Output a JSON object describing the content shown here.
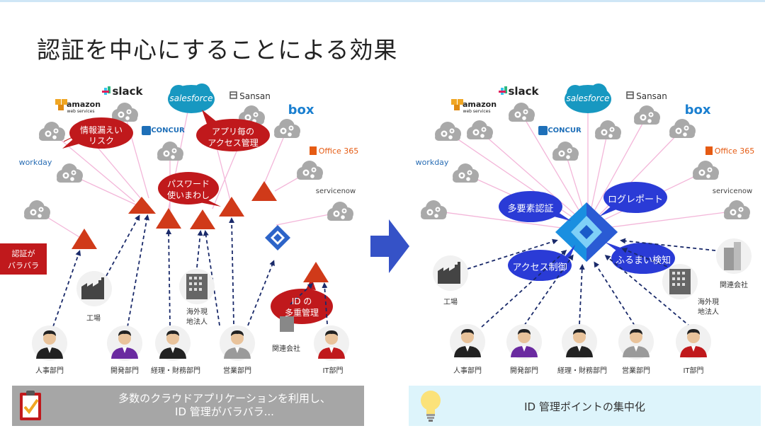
{
  "title": "認証を中心にすることによる効果",
  "left": {
    "services": {
      "slack": "slack",
      "amazon": "amazon",
      "amazon_sub": "web services",
      "salesforce": "salesforce",
      "sansan": "Sansan",
      "box": "box",
      "concur": "CONCUR",
      "office365": "Office 365",
      "workday": "workday",
      "servicenow": "servicenow"
    },
    "bubbles": {
      "leak_1": "情報漏えい",
      "leak_2": "リスク",
      "access_1": "アプリ毎の",
      "access_2": "アクセス管理",
      "password_1": "パスワード",
      "password_2": "使いまわし",
      "idmulti_1": "ID の",
      "idmulti_2": "多重管理"
    },
    "auth_scattered_1": "認証が",
    "auth_scattered_2": "バラバラ",
    "people": [
      "人事部門",
      "開発部門",
      "経理・財務部門",
      "営業部門",
      "IT部門"
    ],
    "places": [
      "工場",
      "海外現",
      "地法人",
      "関連会社"
    ],
    "summary_1": "多数のクラウドアプリケーションを利用し、",
    "summary_2": "ID 管理がバラバラ..."
  },
  "right": {
    "services": {
      "slack": "slack",
      "amazon": "amazon",
      "amazon_sub": "web services",
      "salesforce": "salesforce",
      "sansan": "Sansan",
      "box": "box",
      "concur": "CONCUR",
      "office365": "Office 365",
      "workday": "workday",
      "servicenow": "servicenow"
    },
    "bubbles": {
      "mfa": "多要素認証",
      "logreport": "ログレポート",
      "access": "アクセス制御",
      "behavior": "ふるまい検知"
    },
    "people": [
      "人事部門",
      "開発部門",
      "経理・財務部門",
      "営業部門",
      "IT部門"
    ],
    "places": [
      "工場",
      "海外現",
      "地法人",
      "関連会社"
    ],
    "summary": "ID 管理ポイントの集中化"
  },
  "colors": {
    "red": "#c0191c",
    "triangle": "#d03a19",
    "blue_bubble": "#2a3bd6",
    "arrow": "#3552c7",
    "pink_line": "#f3b6d9",
    "navy_arrow": "#1a2a6a"
  }
}
